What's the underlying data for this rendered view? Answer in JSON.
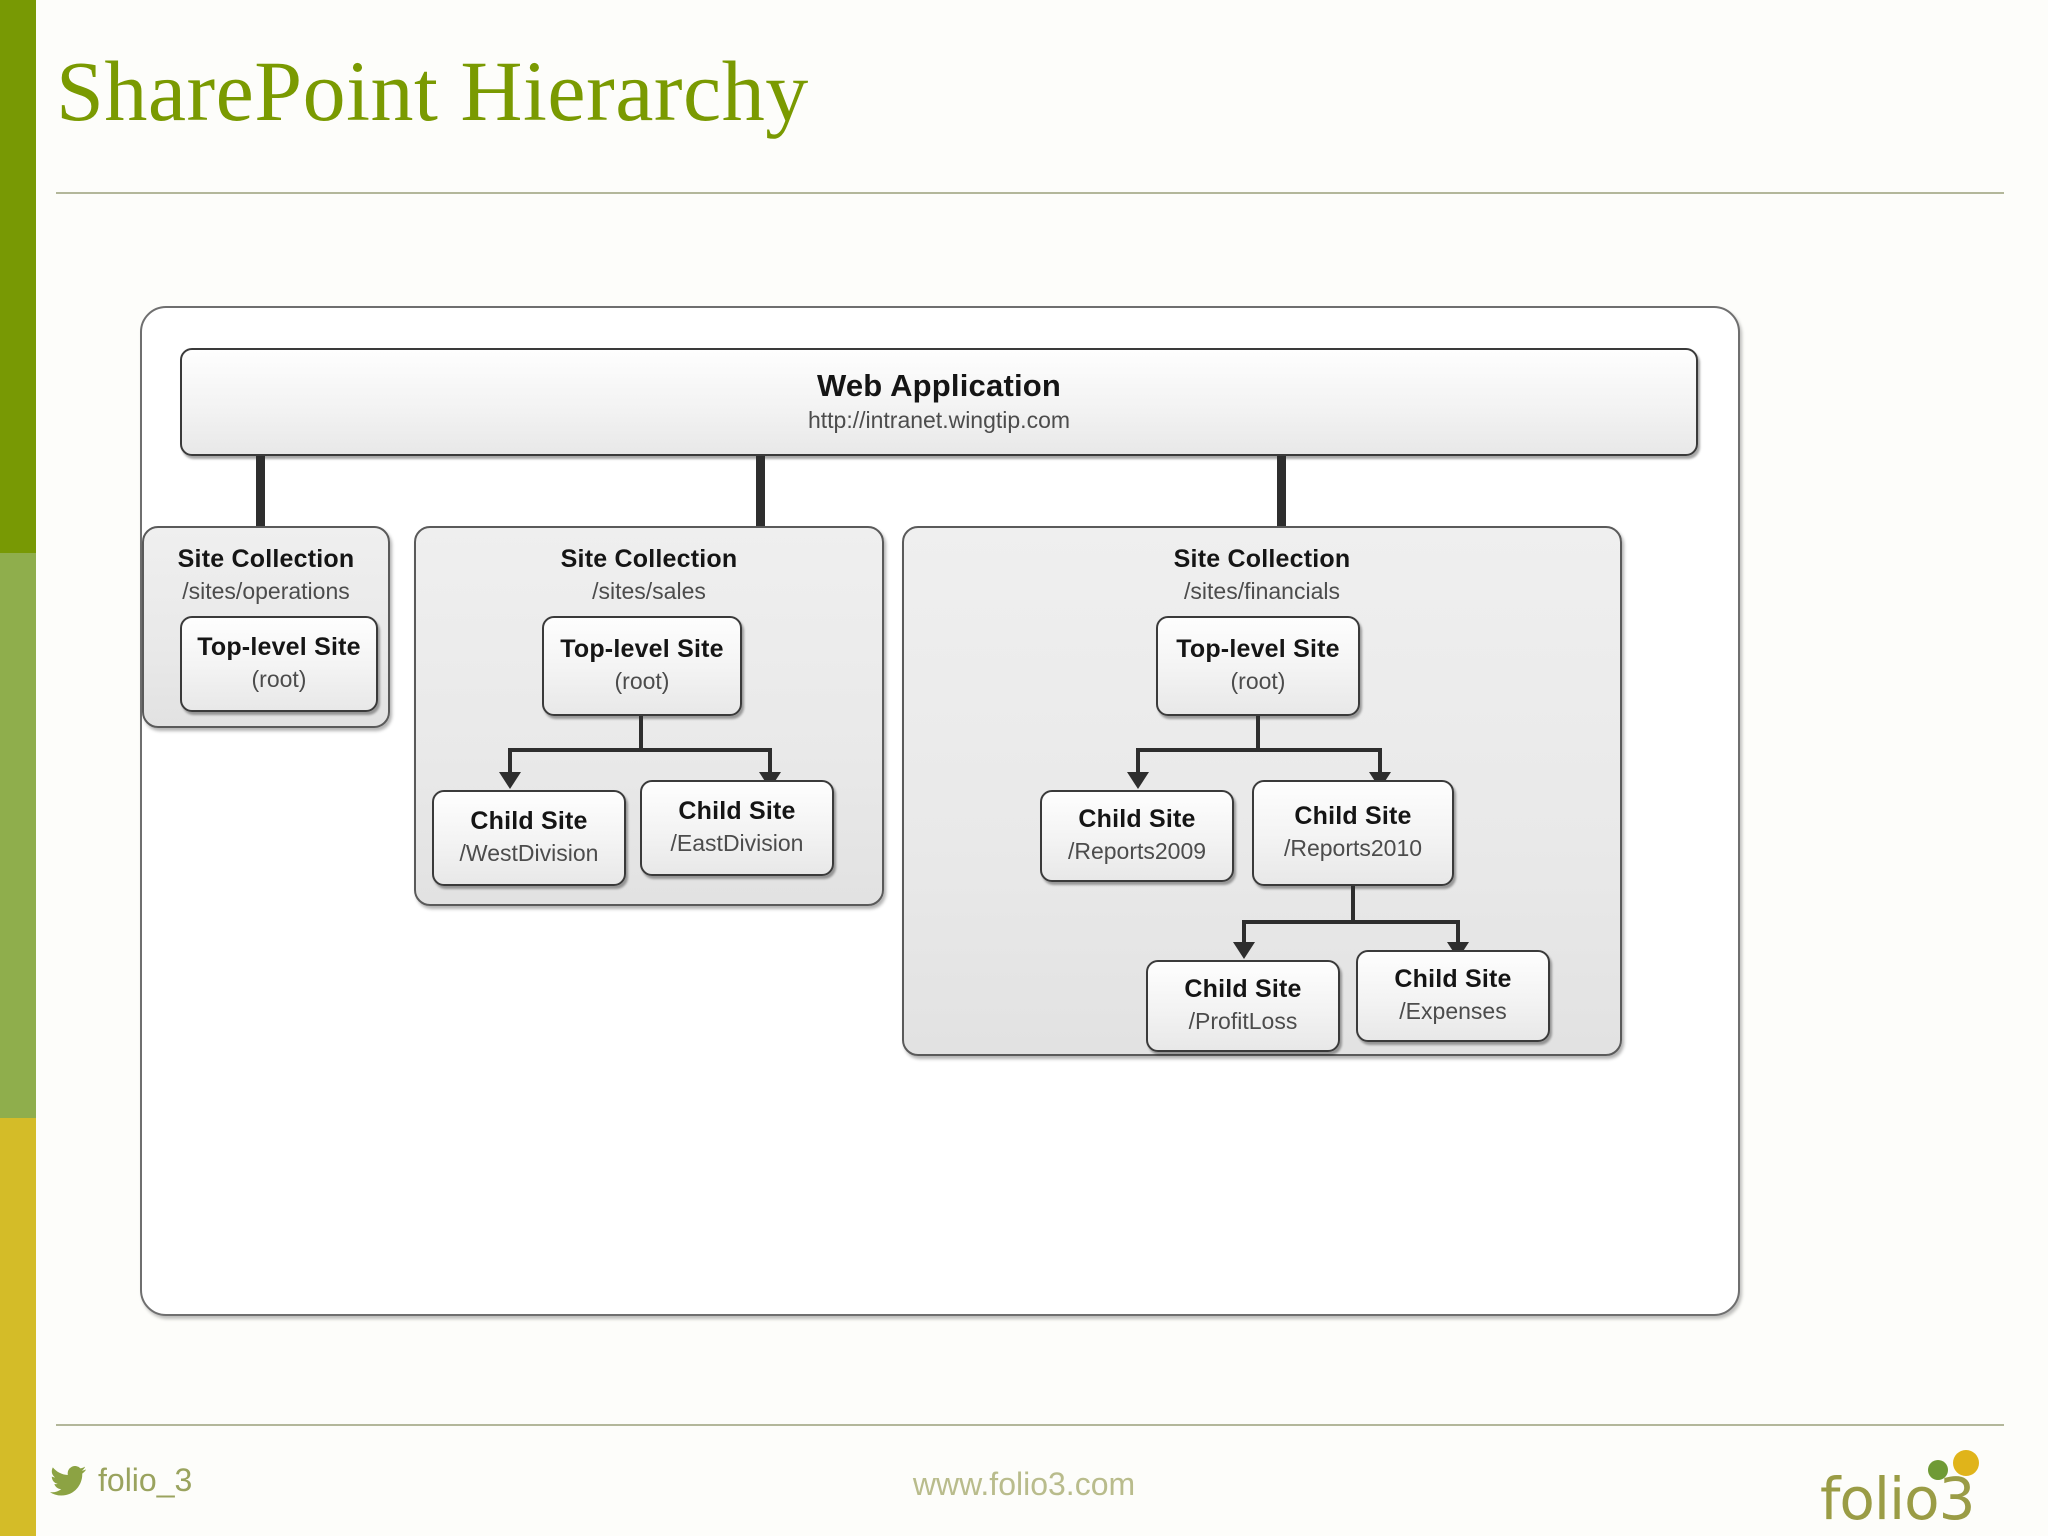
{
  "slide": {
    "title": "SharePoint Hierarchy"
  },
  "accent_colors": {
    "olive": "#789904",
    "green": "#8fae4c",
    "gold": "#d4bc28",
    "title_text": "#7a9a01",
    "rule": "#b3b79a"
  },
  "diagram": {
    "root": {
      "title": "Web Application",
      "subtitle": "http://intranet.wingtip.com"
    },
    "site_collections": [
      {
        "title": "Site Collection",
        "path": "/sites/operations",
        "top_level_site": {
          "title": "Top-level Site",
          "subtitle": "(root)"
        },
        "children": []
      },
      {
        "title": "Site Collection",
        "path": "/sites/sales",
        "top_level_site": {
          "title": "Top-level Site",
          "subtitle": "(root)"
        },
        "children": [
          {
            "title": "Child Site",
            "path": "/WestDivision",
            "children": []
          },
          {
            "title": "Child Site",
            "path": "/EastDivision",
            "children": []
          }
        ]
      },
      {
        "title": "Site Collection",
        "path": "/sites/financials",
        "top_level_site": {
          "title": "Top-level Site",
          "subtitle": "(root)"
        },
        "children": [
          {
            "title": "Child Site",
            "path": "/Reports2009",
            "children": []
          },
          {
            "title": "Child Site",
            "path": "/Reports2010",
            "children": [
              {
                "title": "Child Site",
                "path": "/ProfitLoss"
              },
              {
                "title": "Child Site",
                "path": "/Expenses"
              }
            ]
          }
        ]
      }
    ]
  },
  "footer": {
    "twitter_handle": "folio_3",
    "url": "www.folio3.com",
    "logo_text": "folio3"
  }
}
